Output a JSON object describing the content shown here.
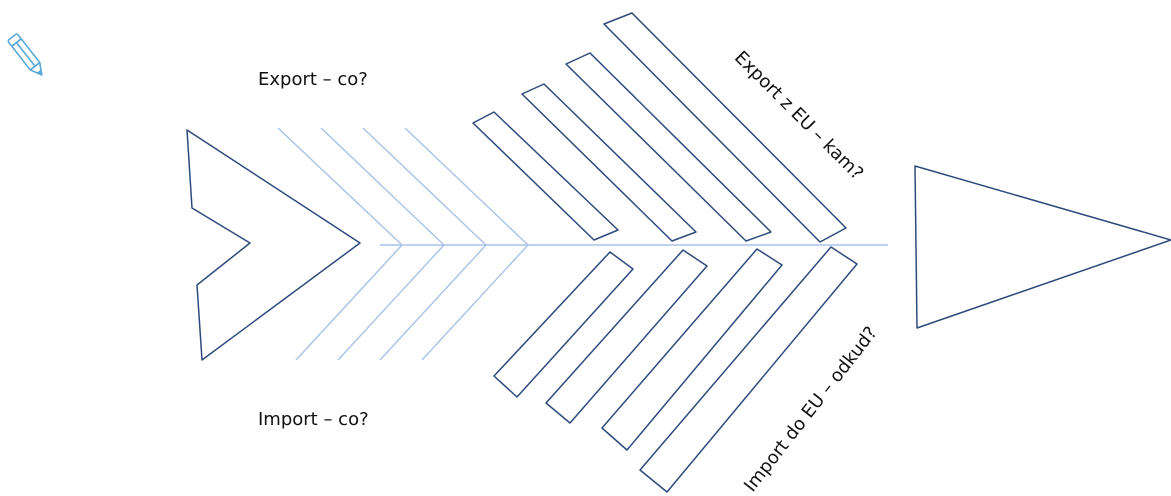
{
  "labels": {
    "export_what": "Export – co?",
    "import_what": "Import – co?",
    "export_where": "Export z EU – kam?",
    "import_from": "Import do EU – odkud?"
  },
  "colors": {
    "outline": "#2d4a7d",
    "bone_light": "#a9c2e8",
    "spine": "#a9c2e8",
    "pencil": "#5aa9d8"
  },
  "icons": {
    "pencil": "pencil-icon"
  }
}
